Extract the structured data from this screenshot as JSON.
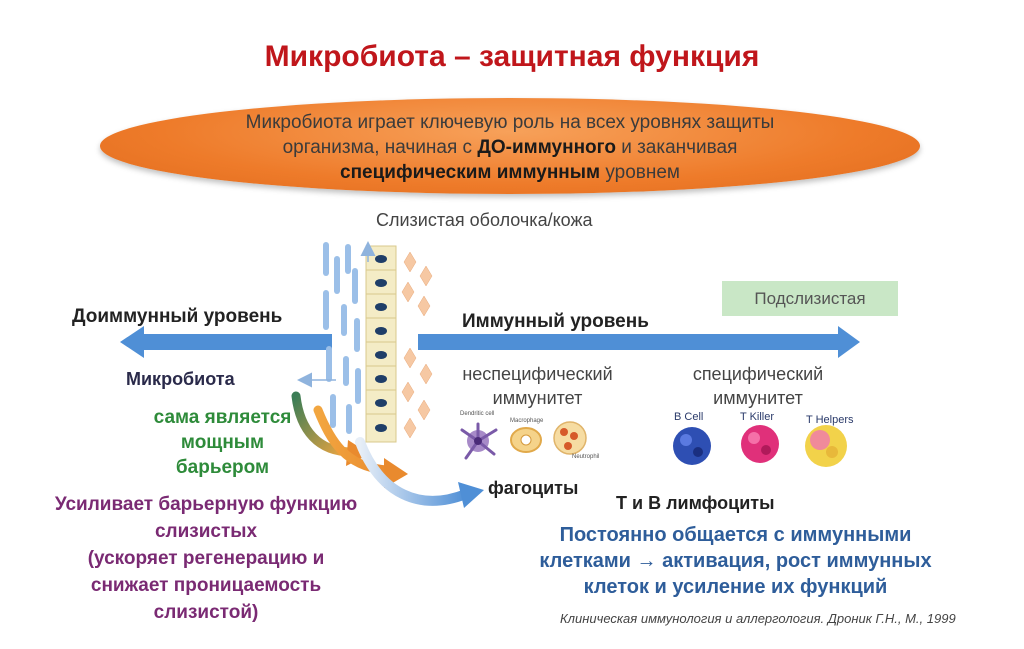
{
  "title": "Микробиота – защитная функция",
  "oval": {
    "line1": "Микробиота играет ключевую роль на всех уровнях защиты",
    "line2_prefix": "организма, начиная с ",
    "line2_bold": "ДО-иммунного",
    "line2_suffix": " и заканчивая",
    "line3_bold": "специфическим иммунным",
    "line3_suffix": " уровнем"
  },
  "diagram": {
    "mucosa_label": "Слизистая оболочка/кожа",
    "preimmune_label": "Доиммунный уровень",
    "immune_label": "Иммунный уровень",
    "submucosa_label": "Подслизистая",
    "microbiota_label": "Микробиота",
    "barrier_text": "сама является мощным барьером",
    "barrier_lines": [
      "сама является",
      "мощным",
      "барьером"
    ],
    "enhance_lines": [
      "Усиливает барьерную функцию",
      "слизистых",
      "(ускоряет регенерацию и",
      "снижает проницаемость",
      "слизистой)"
    ],
    "nonspecific_lines": [
      "неспецифический",
      "иммунитет"
    ],
    "specific_lines": [
      "специфический",
      "иммунитет"
    ],
    "phagocytes_label": "фагоциты",
    "lymphocytes_label": "Т и В лимфоциты",
    "cell_labels": {
      "dendritic": "Dendritic cell",
      "macrophage": "Macrophage",
      "neutrophil": "Neutrophil",
      "bcell": "B Cell",
      "tkiller": "T Killer",
      "thelpers": "T Helpers"
    },
    "communication_lines": [
      "Постоянно общается с иммунными",
      "клетками → активация, рост иммунных",
      "клеток и усиление их функций"
    ]
  },
  "citation": "Клиническая иммунология и аллергология. Дроник Г.Н., М., 1999",
  "colors": {
    "title": "#c0161b",
    "oval": "#ee7b2a",
    "arrow": "#4f8fd6",
    "green_text": "#2e8b3a",
    "purple_text": "#7a2a73",
    "blue_text": "#2e5d9a",
    "submucosa_box": "#c9e7c6"
  }
}
